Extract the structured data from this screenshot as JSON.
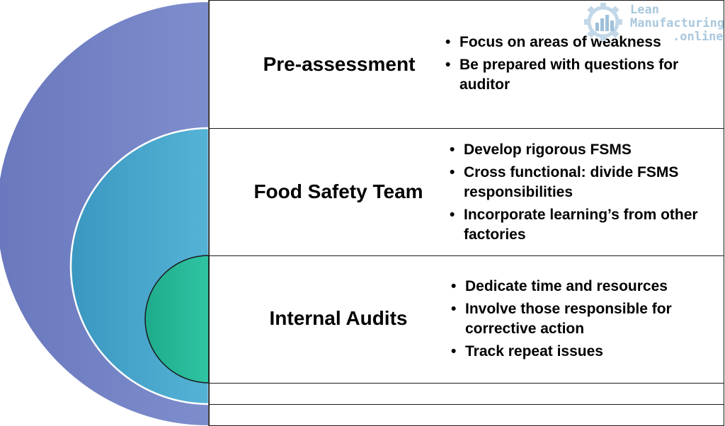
{
  "logo": {
    "line1": "Lean",
    "line2": "Manufacturing",
    "line3": ".online"
  },
  "colors": {
    "outer": "#7483c4",
    "middle": "#44a3c8",
    "inner": "#22b596",
    "border": "#1a1a1a",
    "logo": "#a9c8de"
  },
  "sections": [
    {
      "title": "Pre-assessment",
      "bullets": [
        "Focus on areas of weakness",
        "Be prepared with questions for auditor"
      ]
    },
    {
      "title": "Food Safety Team",
      "bullets": [
        "Develop rigorous FSMS",
        "Cross functional: divide FSMS responsibilities",
        "Incorporate learning’s from other factories"
      ]
    },
    {
      "title": "Internal Audits",
      "bullets": [
        "Dedicate time and resources",
        "Involve those responsible for corrective action",
        "Track repeat issues"
      ]
    }
  ]
}
